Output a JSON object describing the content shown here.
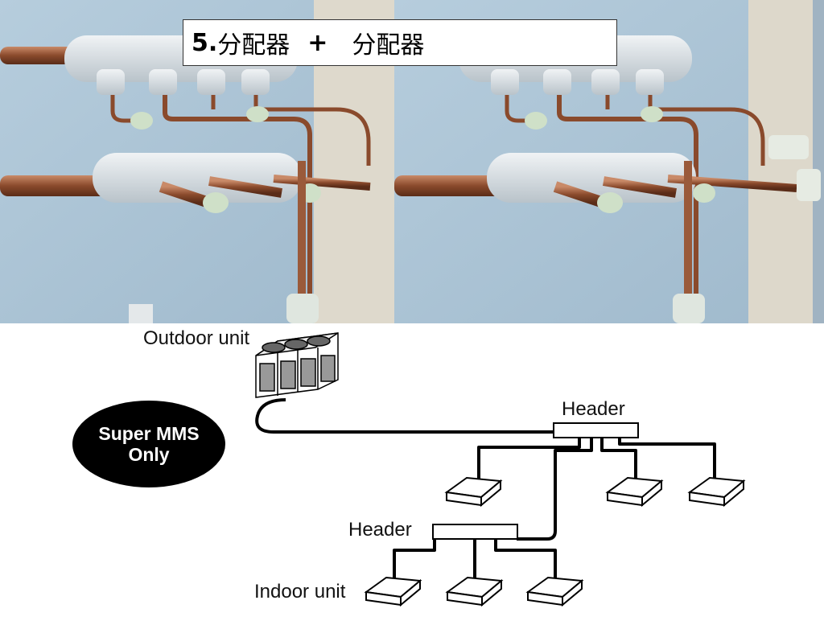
{
  "slide": {
    "title_number": "5.",
    "title_part1": "分配器",
    "title_plus": "+",
    "title_part2": "分配器"
  },
  "diagram": {
    "outdoor_label": "Outdoor unit",
    "header_top_label": "Header",
    "header_bottom_label": "Header",
    "indoor_label": "Indoor unit",
    "badge_line1": "Super MMS",
    "badge_line2": "Only"
  },
  "colors": {
    "wall": "#a9c3d6",
    "copper": "#9a5a3a",
    "insulation": "#dfe6ea",
    "pipe_line": "#000000"
  }
}
